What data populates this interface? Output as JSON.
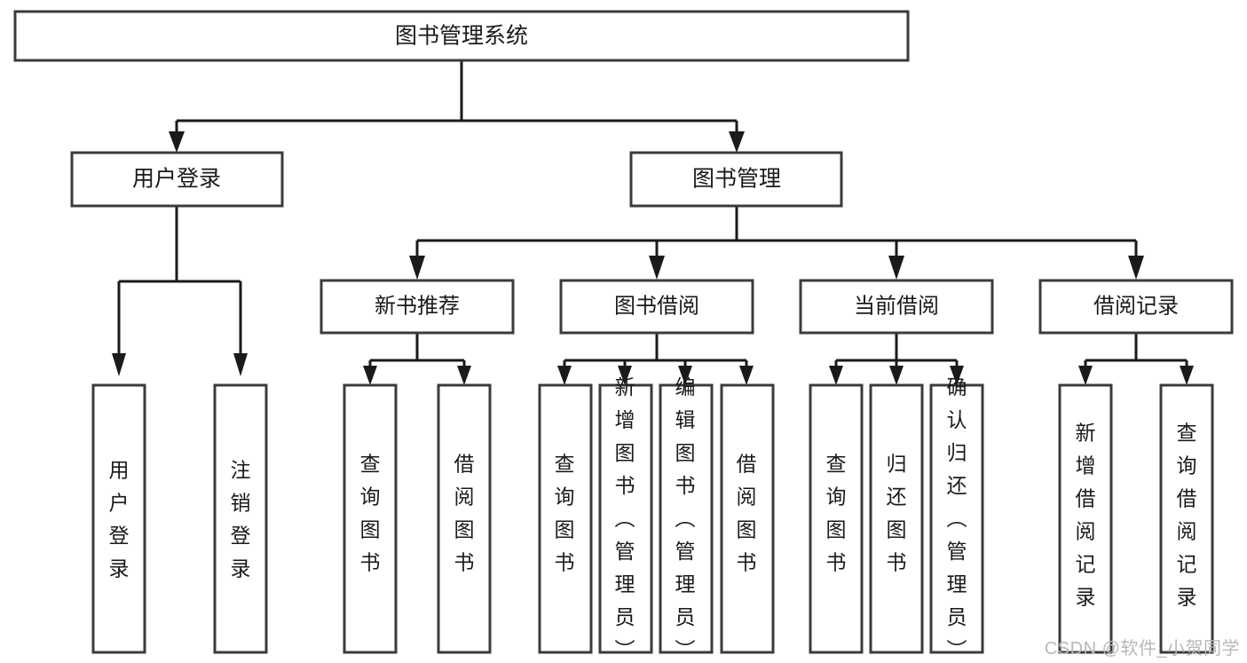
{
  "diagram": {
    "type": "tree-hierarchy-chart",
    "orientation": "top-down",
    "watermark": "CSDN @软件_小贺同学",
    "colors": {
      "background": "#ffffff",
      "box_stroke": "#3b3b3b",
      "edge_stroke": "#1a1a1a",
      "text": "#1a1a1a",
      "watermark": "#b8b8b8"
    },
    "root": {
      "label": "图书管理系统"
    },
    "level1": [
      {
        "label": "用户登录"
      },
      {
        "label": "图书管理"
      }
    ],
    "level2": [
      {
        "label": "新书推荐"
      },
      {
        "label": "图书借阅"
      },
      {
        "label": "当前借阅"
      },
      {
        "label": "借阅记录"
      }
    ],
    "leaves": {
      "user_login": [
        {
          "label": "用户登录"
        },
        {
          "label": "注销登录"
        }
      ],
      "new_book_recommend": [
        {
          "label": "查询图书"
        },
        {
          "label": "借阅图书"
        }
      ],
      "book_borrow": [
        {
          "label": "查询图书"
        },
        {
          "label": "新增图书（管理员）"
        },
        {
          "label": "编辑图书（管理员）"
        },
        {
          "label": "借阅图书"
        }
      ],
      "current_borrow": [
        {
          "label": "查询图书"
        },
        {
          "label": "归还图书"
        },
        {
          "label": "确认归还（管理员）"
        }
      ],
      "borrow_record": [
        {
          "label": "新增借阅记录"
        },
        {
          "label": "查询借阅记录"
        }
      ]
    }
  }
}
